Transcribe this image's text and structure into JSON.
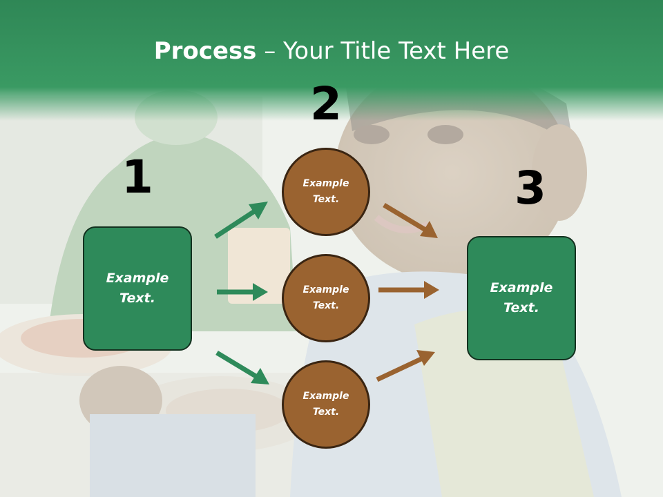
{
  "title": {
    "bold": "Process",
    "rest": " – Your Title Text Here"
  },
  "colors": {
    "header_green": "#3a9a63",
    "box_green": "#2e8a5a",
    "circle_brown": "#9a6330",
    "arrow_green": "#2e8a5a",
    "arrow_brown": "#9a6330"
  },
  "steps": {
    "one": {
      "number": "1",
      "text": "Example Text."
    },
    "two": {
      "number": "2",
      "circles": [
        "Example Text.",
        "Example Text.",
        "Example Text."
      ]
    },
    "three": {
      "number": "3",
      "text": "Example Text."
    }
  }
}
